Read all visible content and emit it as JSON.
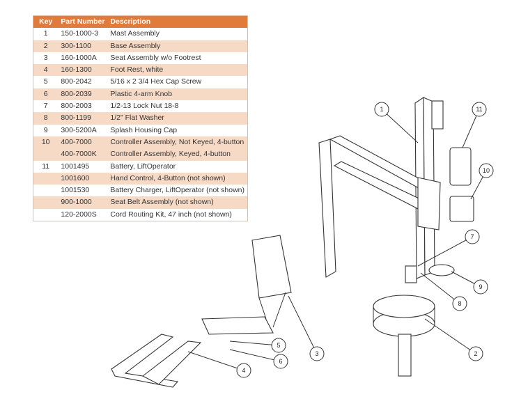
{
  "table": {
    "headers": {
      "key": "Key",
      "part": "Part Number",
      "desc": "Description"
    },
    "rows": [
      {
        "key": "1",
        "part": "150-1000-3",
        "desc": "Mast Assembly"
      },
      {
        "key": "2",
        "part": "300-1100",
        "desc": "Base Assembly"
      },
      {
        "key": "3",
        "part": "160-1000A",
        "desc": "Seat Assembly w/o Footrest"
      },
      {
        "key": "4",
        "part": "160-1300",
        "desc": "Foot Rest, white"
      },
      {
        "key": "5",
        "part": "800-2042",
        "desc": "5/16 x 2 3/4 Hex Cap Screw"
      },
      {
        "key": "6",
        "part": "800-2039",
        "desc": "Plastic 4-arm Knob"
      },
      {
        "key": "7",
        "part": "800-2003",
        "desc": "1/2-13 Lock Nut 18-8"
      },
      {
        "key": "8",
        "part": "800-1199",
        "desc": "1/2\" Flat Washer"
      },
      {
        "key": "9",
        "part": "300-5200A",
        "desc": "Splash Housing Cap"
      },
      {
        "key": "10",
        "part": "400-7000",
        "desc": "Controller Assembly, Not Keyed, 4-button"
      },
      {
        "key": "",
        "part": "400-7000K",
        "desc": "Controller Assembly, Keyed, 4-button"
      },
      {
        "key": "11",
        "part": "1001495",
        "desc": "Battery, LiftOperator"
      },
      {
        "key": "",
        "part": "1001600",
        "desc": "Hand Control, 4-Button (not shown)"
      },
      {
        "key": "",
        "part": "1001530",
        "desc": "Battery Charger, LiftOperator (not shown)"
      },
      {
        "key": "",
        "part": "900-1000",
        "desc": "Seat Belt Assembly (not shown)"
      },
      {
        "key": "",
        "part": "120-2000S",
        "desc": "Cord Routing Kit, 47 inch (not shown)"
      }
    ]
  },
  "callouts": [
    "1",
    "2",
    "3",
    "4",
    "5",
    "6",
    "7",
    "8",
    "9",
    "10",
    "11"
  ],
  "colors": {
    "header": "#e07b3c",
    "alt_row": "#f7dac6"
  }
}
